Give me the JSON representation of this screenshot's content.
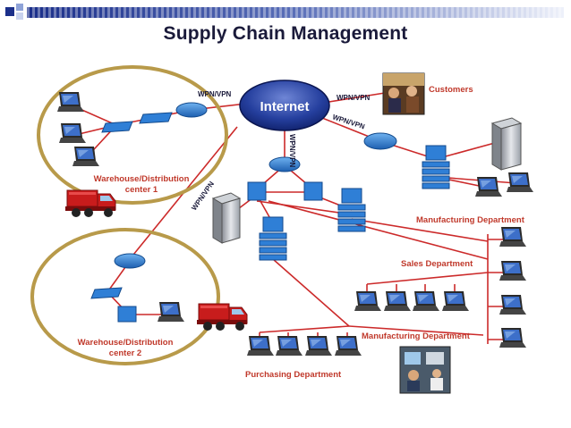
{
  "title": "Supply Chain Management",
  "diagram": {
    "internet_label": "Internet",
    "link_labels": {
      "wh1_internet": "WPN/VPN",
      "internet_customers": "WPN/VPN",
      "internet_mfg": "WPN/VPN",
      "internet_center": "WPN/VPN",
      "wh2_internet": "WPN/VPN"
    },
    "labels": {
      "customers": "Customers",
      "warehouse1_line1": "Warehouse/Distribution",
      "warehouse1_line2": "center 1",
      "manufacturing_top": "Manufacturing Department",
      "sales": "Sales Department",
      "warehouse2_line1": "Warehouse/Distribution",
      "warehouse2_line2": "center 2",
      "manufacturing_bottom": "Manufacturing Department",
      "purchasing": "Purchasing Department"
    },
    "colors": {
      "link": "#cc2a2a",
      "device": "#2f7fd6",
      "ring": "#b89a4a",
      "internet": "#1b2f8a",
      "truck": "#c81c1c",
      "label": "#c0392b"
    }
  }
}
